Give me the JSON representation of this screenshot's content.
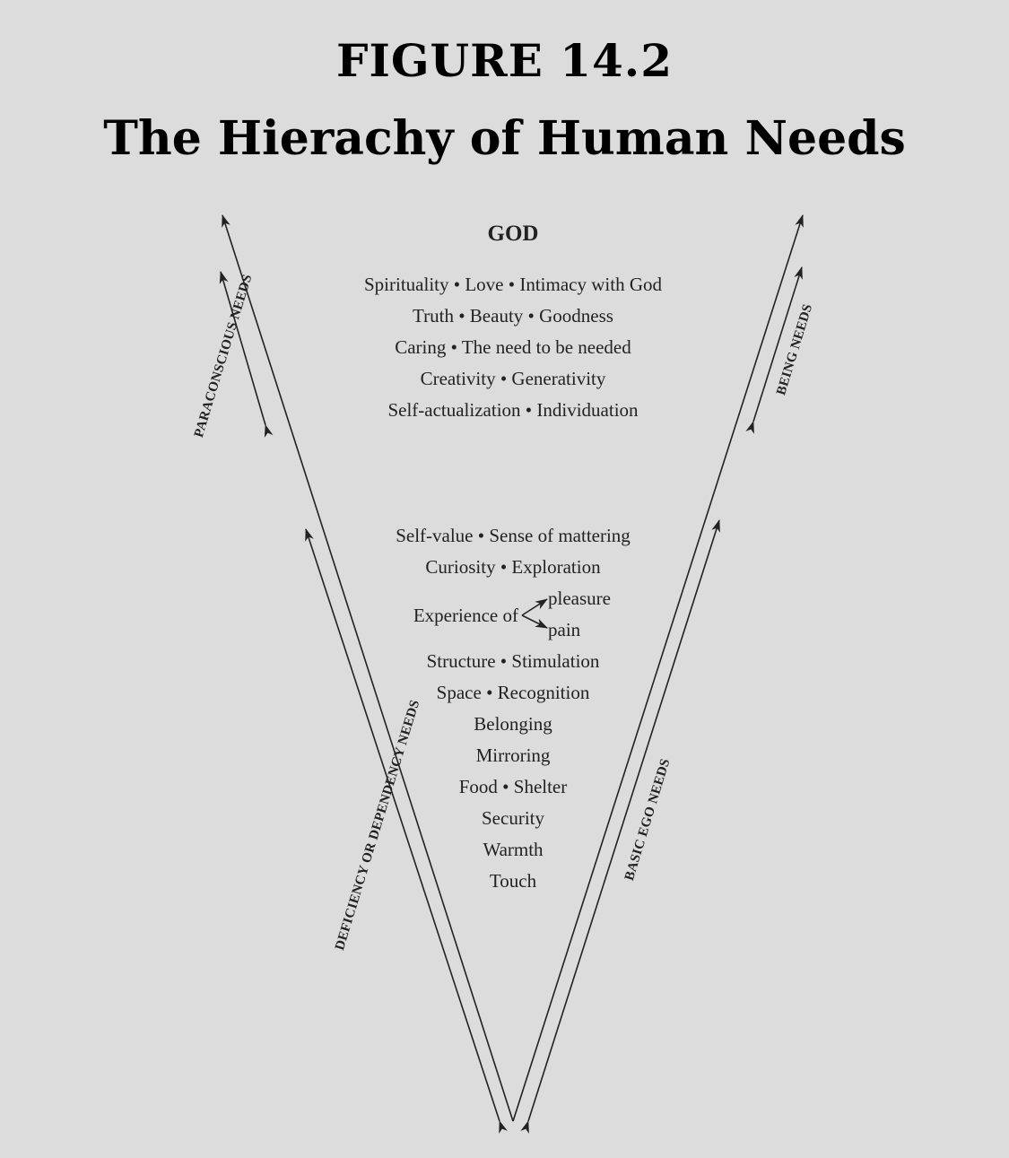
{
  "header": {
    "figure_label": "FIGURE 14.2",
    "title": "The Hierachy of Human Needs"
  },
  "diagram": {
    "apex_label": "GOD",
    "upper_needs": [
      "Spirituality • Love • Intimacy with God",
      "Truth • Beauty • Goodness",
      "Caring • The need to be needed",
      "Creativity • Generativity",
      "Self-actualization • Individuation"
    ],
    "lower_needs_top": [
      "Self-value • Sense of mattering",
      "Curiosity • Exploration"
    ],
    "experience": {
      "label": "Experience of",
      "upper": "pleasure",
      "lower": "pain"
    },
    "lower_needs_bottom": [
      "Structure • Stimulation",
      "Space • Recognition",
      "Belonging",
      "Mirroring",
      "Food • Shelter",
      "Security",
      "Warmth",
      "Touch"
    ],
    "side_labels": {
      "paraconscious": "PARACONSCIOUS NEEDS",
      "being": "BEING NEEDS",
      "deficiency": "DEFICIENCY OR DEPENDENCY NEEDS",
      "basic_ego": "BASIC EGO NEEDS"
    }
  }
}
